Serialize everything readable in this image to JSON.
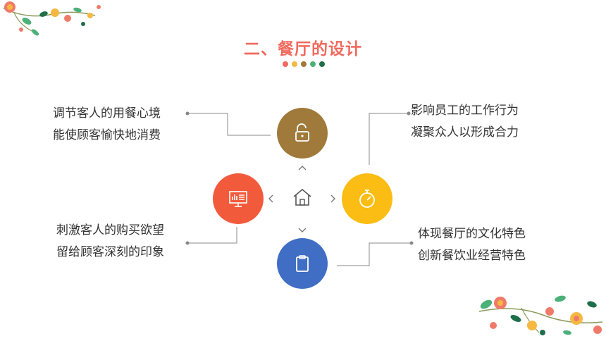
{
  "title": "二、餐厅的设计",
  "dot_colors": [
    "#f06a5e",
    "#f5b942",
    "#a0783a",
    "#4cb07a",
    "#1f6e4a"
  ],
  "nodes": {
    "top": {
      "icon": "unlock-icon",
      "color": "#a07a3a"
    },
    "left": {
      "icon": "presentation-icon",
      "color": "#f25a3c"
    },
    "right": {
      "icon": "stopwatch-icon",
      "color": "#fbbd14"
    },
    "bottom": {
      "icon": "clipboard-icon",
      "color": "#3f6ec4"
    },
    "center": {
      "icon": "home-icon"
    }
  },
  "texts": {
    "top_left": [
      "调节客人的用餐心境",
      "能使顾客愉快地消费"
    ],
    "top_right": [
      "影响员工的工作行为",
      "凝聚众人以形成合力"
    ],
    "bottom_left": [
      "刺激客人的购买欲望",
      "留给顾客深刻的印象"
    ],
    "bottom_right": [
      "体现餐厅的文化特色",
      "创新餐饮业经营特色"
    ]
  }
}
